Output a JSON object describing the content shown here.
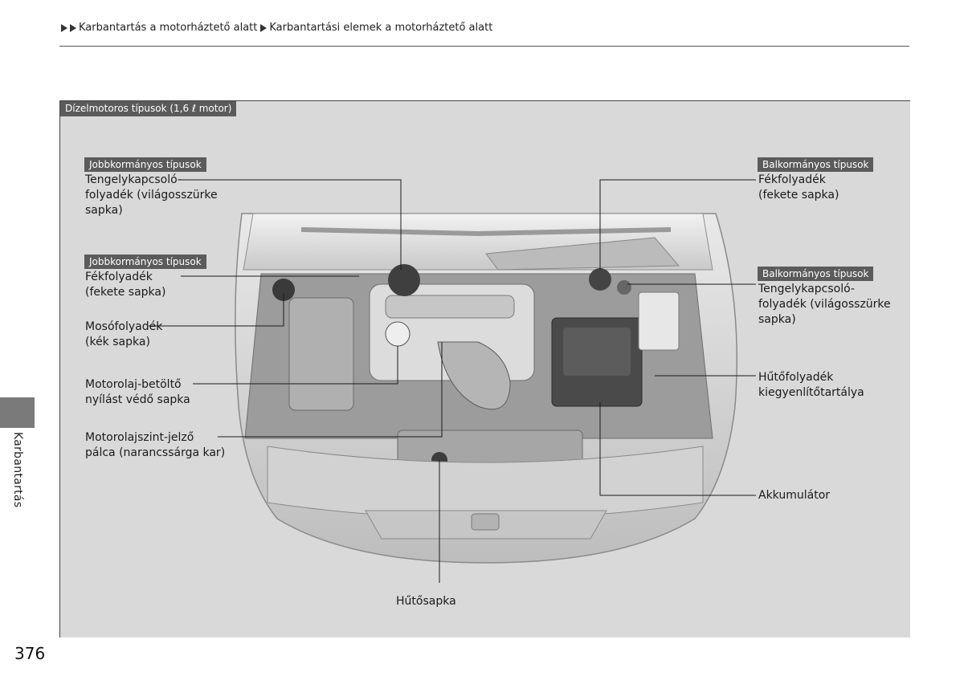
{
  "breadcrumb": {
    "item1": "Karbantartás a motorháztető alatt",
    "item2": "Karbantartási elemek a motorháztető alatt"
  },
  "panel": {
    "tag": "Dízelmotoros típusok (1,6 ℓ motor)"
  },
  "left": {
    "rhd_tag_1": "Jobbkormányos típusok",
    "clutch_fluid": [
      "Tengelykapcsoló-",
      "folyadék (világosszürke",
      "sapka)"
    ],
    "rhd_tag_2": "Jobbkormányos típusok",
    "brake_fluid": [
      "Fékfolyadék",
      "(fekete sapka)"
    ],
    "washer_fluid": [
      "Mosófolyadék",
      "(kék sapka)"
    ],
    "oil_filler_cap": [
      "Motorolaj-betöltő",
      "nyílást védő sapka"
    ],
    "oil_dipstick": [
      "Motorolajszint-jelző",
      "pálca (narancssárga kar)"
    ]
  },
  "right": {
    "lhd_tag_1": "Balkormányos típusok",
    "brake_fluid": [
      "Fékfolyadék",
      "(fekete sapka)"
    ],
    "lhd_tag_2": "Balkormányos típusok",
    "clutch_fluid": [
      "Tengelykapcsoló-",
      "folyadék (világosszürke",
      "sapka)"
    ],
    "coolant_reservoir": [
      "Hűtőfolyadék",
      "kiegyenlítőtartálya"
    ],
    "battery": "Akkumulátor"
  },
  "bottom": {
    "radiator_cap": "Hűtősapka"
  },
  "side_tab": {
    "label": "Karbantartás"
  },
  "page_number": "376"
}
